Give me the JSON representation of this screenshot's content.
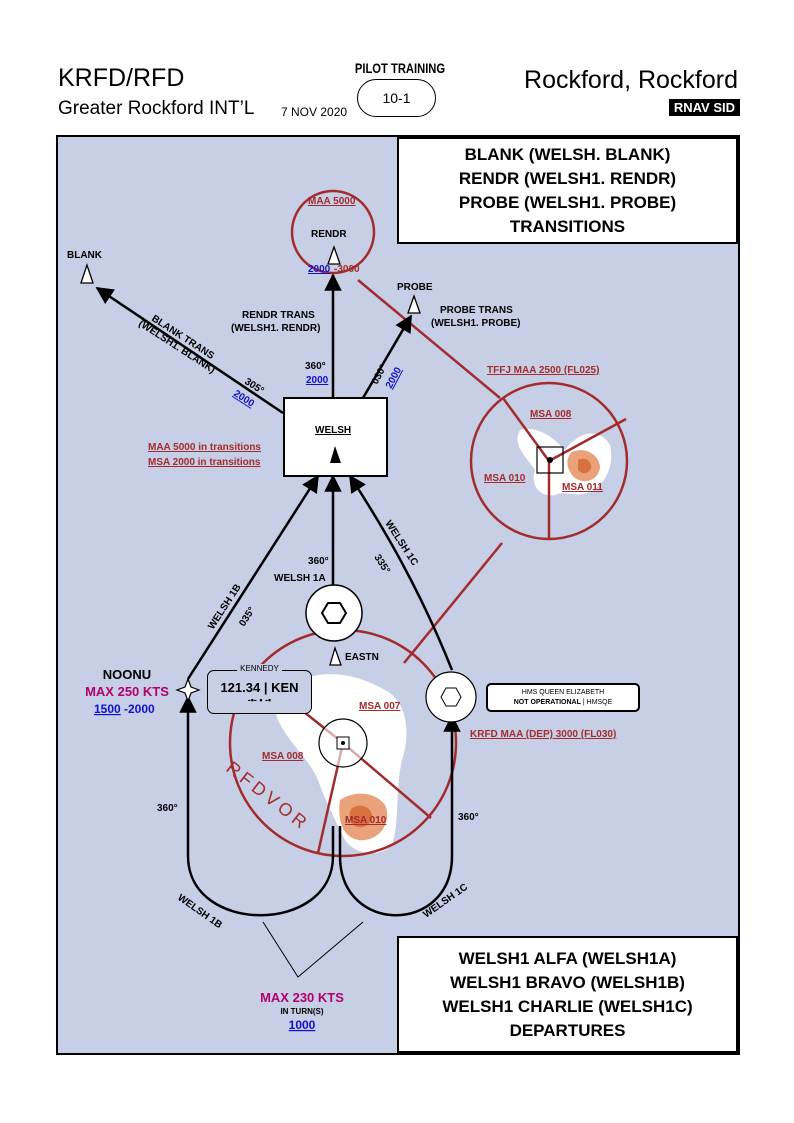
{
  "header": {
    "airport_id": "KRFD/RFD",
    "airport_name": "Greater Rockford INT’L",
    "date": "7 NOV 2020",
    "training_label": "PILOT TRAINING",
    "page_number": "10-1",
    "city": "Rockford, Rockford",
    "chart_type": "RNAV SID"
  },
  "transitions_box": {
    "lines": [
      "BLANK (WELSH. BLANK)",
      "RENDR (WELSH1. RENDR)",
      "PROBE (WELSH1. PROBE)",
      "TRANSITIONS"
    ]
  },
  "departures_box": {
    "lines": [
      "WELSH1 ALFA (WELSH1A)",
      "WELSH1 BRAVO (WELSH1B)",
      "WELSH1 CHARLIE (WELSH1C)",
      "DEPARTURES"
    ]
  },
  "fixes": {
    "blank": "BLANK",
    "rendr": "RENDR",
    "probe": "PROBE",
    "welsh": "WELSH",
    "eastn": "EASTN",
    "noonu": "NOONU"
  },
  "labels": {
    "maa_5000": "MAA 5000",
    "rendr_alt_low": "2000",
    "rendr_alt_high": "-3000",
    "rendr_trans": "RENDR TRANS",
    "rendr_trans_sub": "(WELSH1. RENDR)",
    "probe_trans": "PROBE TRANS",
    "probe_trans_sub": "(WELSH1. PROBE)",
    "blank_trans": "BLANK TRANS",
    "blank_trans_sub": "(WELSH1. BLANK)",
    "blank_course": "305°",
    "blank_alt": "2000",
    "rendr_course": "360°",
    "rendr_alt": "2000",
    "probe_course": "030°",
    "probe_alt": "2000",
    "maa_transitions": "MAA 5000 in transitions",
    "msa_transitions": "MSA 2000 in transitions",
    "tffj_maa": "TFFJ MAA 2500 (FL025)",
    "tffj_msa_008": "MSA 008",
    "tffj_msa_010": "MSA 010",
    "tffj_msa_011": "MSA 011",
    "welsh1a_course": "360°",
    "welsh1a": "WELSH 1A",
    "welsh1b": "WELSH 1B",
    "welsh1b_course": "035°",
    "welsh1c": "WELSH 1C",
    "welsh1c_course": "335°",
    "noonu_speed": "MAX 250 KTS",
    "noonu_alt_low": "1500",
    "noonu_alt_high": "-2000",
    "rfd_msa_007": "MSA 007",
    "rfd_msa_008": "MSA 008",
    "rfd_msa_010": "MSA 010",
    "rfdvor": "RFDVOR",
    "krfd_maa": "KRFD MAA (DEP) 3000 (FL030)",
    "left_turn_course": "360°",
    "right_turn_course": "360°",
    "welsh_1b_turn": "WELSH 1B",
    "welsh_1c_turn": "WELSH 1C",
    "turn_speed": "MAX 230 KTS",
    "turn_speed_sub": "IN TURN(S)",
    "turn_alt": "1000"
  },
  "navaid_box": {
    "name": "KENNEDY",
    "frequency": "121.34 | KEN",
    "morse": "-•- • -•"
  },
  "hms_box": {
    "name": "HMS QUEEN ELIZABETH",
    "status": "NOT OPERATIONAL",
    "ident": "| HMSQE"
  },
  "colors": {
    "map_background": "#c7cfe6",
    "restriction_red": "#a32b2b",
    "speed_magenta": "#b3006b",
    "altitude_blue": "#1111cc",
    "terrain": "#ffffff",
    "terrain_high": "#e07a4c"
  }
}
